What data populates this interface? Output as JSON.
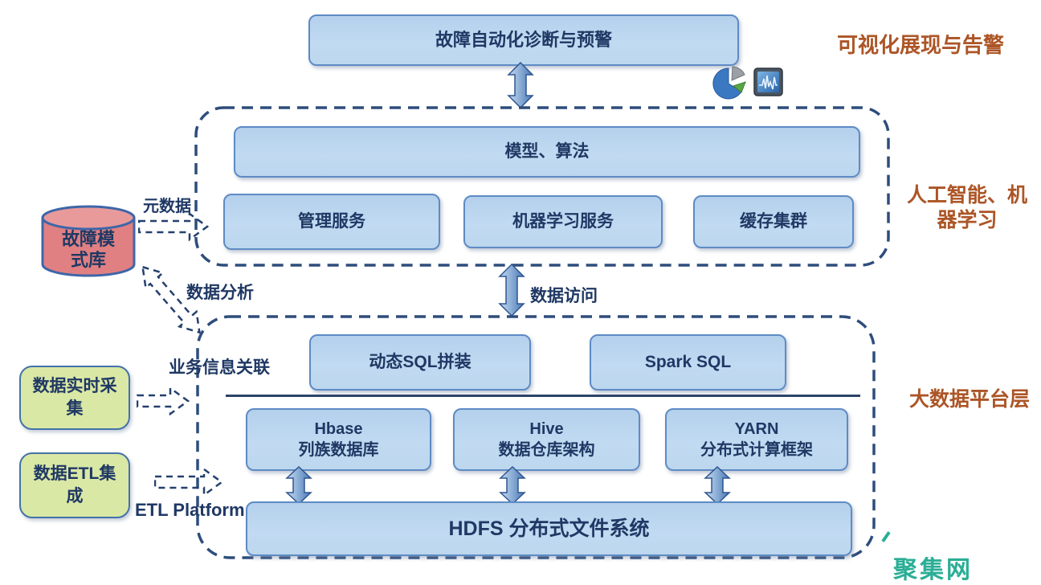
{
  "layers": {
    "visualization_label": "可视化展现与告警",
    "ai_ml_label": "人工智能、机器学习",
    "bigdata_label": "大数据平台层"
  },
  "nodes": {
    "fault_diagnosis": "故障自动化诊断与预警",
    "model_algorithm": "模型、算法",
    "management_service": "管理服务",
    "ml_service": "机器学习服务",
    "cache_cluster": "缓存集群",
    "fault_pattern_db": "故障模式库",
    "dynamic_sql": "动态SQL拼装",
    "spark_sql": "Spark SQL",
    "hbase": {
      "title": "Hbase",
      "subtitle": "列族数据库"
    },
    "hive": {
      "title": "Hive",
      "subtitle": "数据仓库架构"
    },
    "yarn": {
      "title": "YARN",
      "subtitle": "分布式计算框架"
    },
    "hdfs": "HDFS 分布式文件系统",
    "realtime_collection": "数据实时采集",
    "etl_integration": "数据ETL集成"
  },
  "edges": {
    "metadata": "元数据",
    "data_analysis": "数据分析",
    "data_access": "数据访问",
    "business_info": "业务信息关联",
    "etl_platform": "ETL Platform"
  },
  "icons": {
    "pie_chart": "pie-chart-icon",
    "signal_monitor": "signal-monitor-icon"
  },
  "watermark": "聚集网",
  "colors": {
    "box_fill": "#BCD7EE",
    "box_border": "#5E8BC4",
    "box_text": "#1F3864",
    "dashed_border": "#2E4D7B",
    "layer_label": "#AC5526",
    "cylinder_fill": "#E08082",
    "green_fill": "#DAE8A5",
    "watermark": "#2BAE96"
  }
}
